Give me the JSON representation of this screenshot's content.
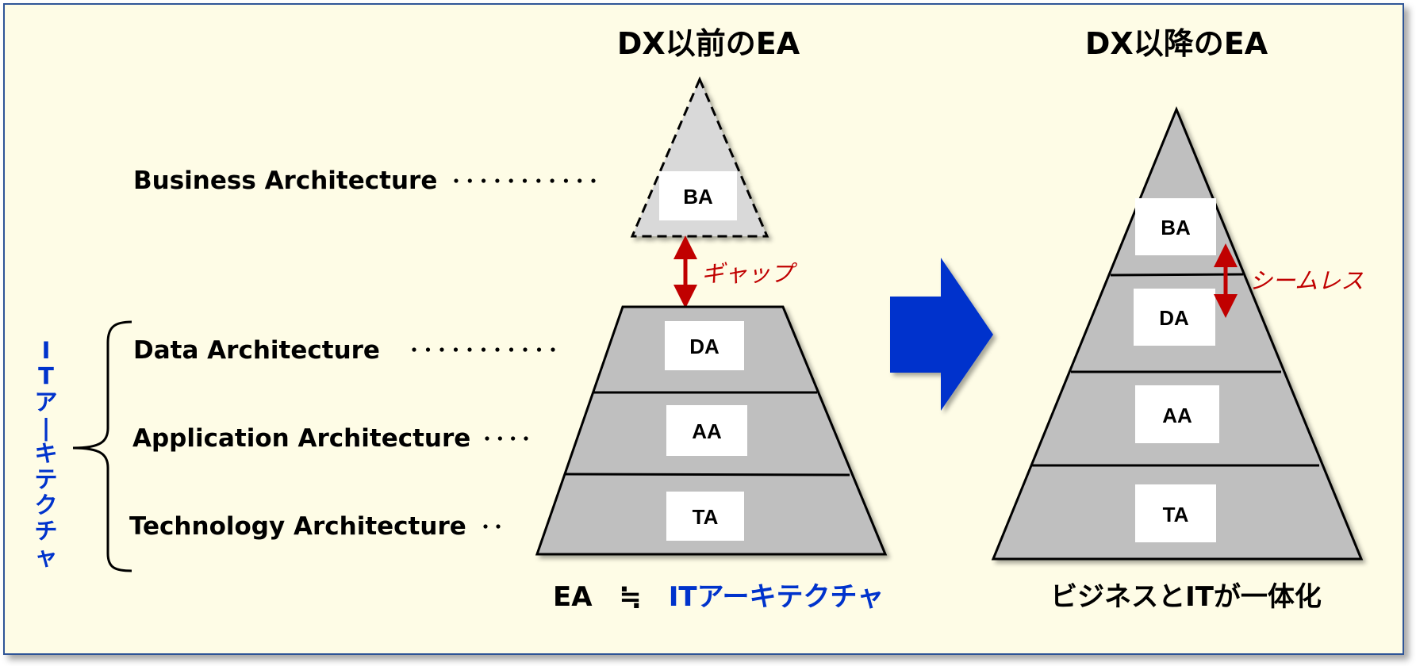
{
  "left_panel": {
    "title": "DX以前のEA",
    "layers": [
      {
        "name": "Business Architecture",
        "abbr": "BA",
        "dots": "・・・・・・・・・・・"
      },
      {
        "name": "Data Architecture",
        "abbr": "DA",
        "dots": "・・・・・・・・・・・"
      },
      {
        "name": "Application Architecture",
        "abbr": "AA",
        "dots": "・・・・"
      },
      {
        "name": "Technology Architecture",
        "abbr": "TA",
        "dots": "・・"
      }
    ],
    "gap_label": "ギャップ",
    "bracket_label": "ITアーキテクチャ",
    "caption": {
      "left": "EA",
      "symbol": "≒",
      "right": "ITアーキテクチャ"
    }
  },
  "right_panel": {
    "title": "DX以降のEA",
    "layers": [
      "BA",
      "DA",
      "AA",
      "TA"
    ],
    "seamless_label": "シームレス",
    "caption": "ビジネスとITが一体化"
  },
  "colors": {
    "background": "#fefce6",
    "border": "#2f5597",
    "layer_fill": "#bfbfbf",
    "ba_fill_before": "#d9d9d9",
    "arrow_blue": "#0033cc",
    "accent_red": "#c00000",
    "it_blue": "#0033cc"
  }
}
